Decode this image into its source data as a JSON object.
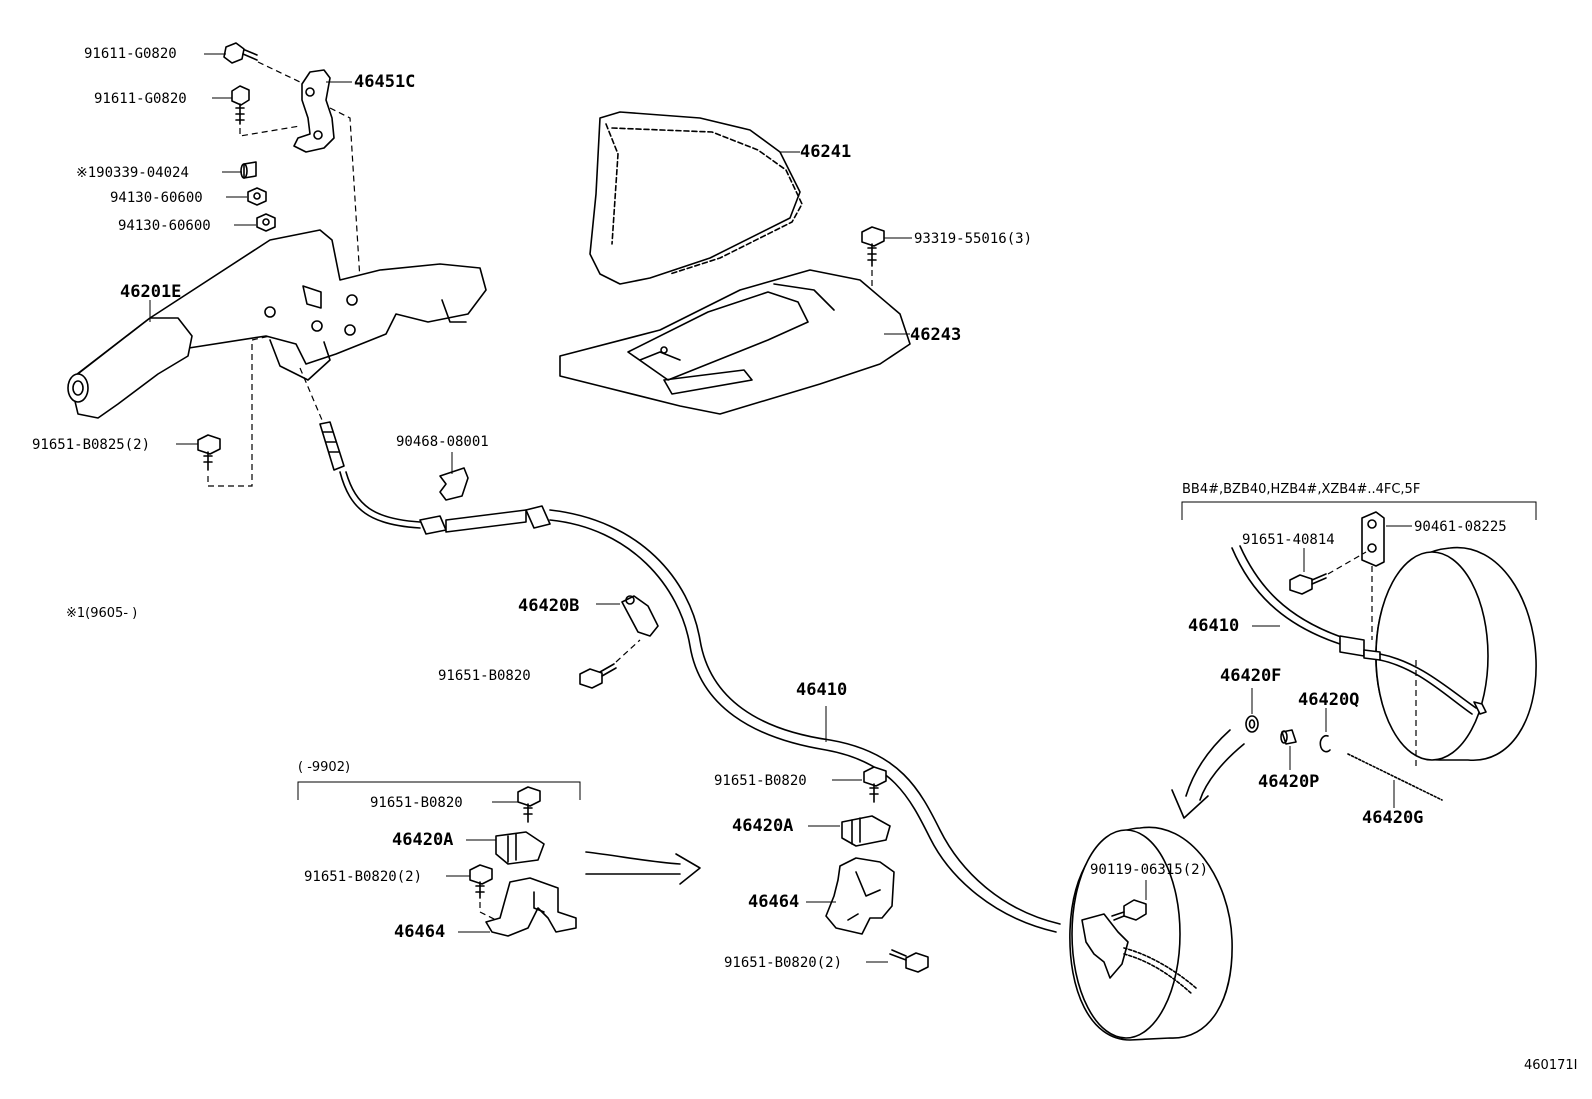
{
  "labels": {
    "p91611_a": "91611-G0820",
    "p91611_b": "91611-G0820",
    "p46451c": "46451C",
    "p190339": "※190339-04024",
    "p94130_a": "94130-60600",
    "p94130_b": "94130-60600",
    "p46201e": "46201E",
    "p91651_b0825": "91651-B0825(2)",
    "p46241": "46241",
    "p93319": "93319-55016(3)",
    "p46243": "46243",
    "p90468": "90468-08001",
    "note1": "※1(9605-       )",
    "p46420b": "46420B",
    "p91651_b0820_a": "91651-B0820",
    "p46410_main": "46410",
    "bracket_left_title": "(       -9902)",
    "p91651_b0820_b": "91651-B0820",
    "p46420a_left": "46420A",
    "p91651_b0820_2_left": "91651-B0820(2)",
    "p46464_left": "46464",
    "p91651_b0820_c": "91651-B0820",
    "p46420a_right": "46420A",
    "p46464_right": "46464",
    "p91651_b0820_2_right": "91651-B0820(2)",
    "bracket_right_title": "BB4#,BZB40,HZB4#,XZB4#..4FC,5F",
    "p91651_40814": "91651-40814",
    "p90461": "90461-08225",
    "p46410_right": "46410",
    "p46420f": "46420F",
    "p46420q": "46420Q",
    "p46420p": "46420P",
    "p46420g": "46420G",
    "p90119": "90119-06315(2)",
    "diagram_id": "460171I"
  }
}
